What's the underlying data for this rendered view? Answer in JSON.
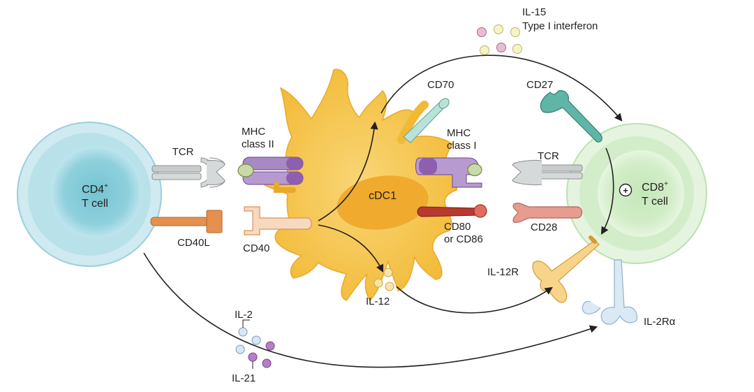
{
  "cells": {
    "cd4": {
      "line1": "CD4",
      "sup": "+",
      "line2": "T cell"
    },
    "cd8": {
      "line1": "CD8",
      "sup": "+",
      "line2": "T cell"
    },
    "dc": {
      "label": "cDC1"
    }
  },
  "labels": {
    "tcr_left": "TCR",
    "tcr_right": "TCR",
    "mhc2_line1": "MHC",
    "mhc2_line2": "class II",
    "mhc1_line1": "MHC",
    "mhc1_line2": "class I",
    "cd40l": "CD40L",
    "cd40": "CD40",
    "cd70": "CD70",
    "cd27": "CD27",
    "cd28": "CD28",
    "cd80_line1": "CD80",
    "cd80_line2": "or CD86",
    "il12r": "IL-12R",
    "il12": "IL-12",
    "il2ra": "IL-2Rα",
    "il2": "IL-2",
    "il21": "IL-21",
    "il15": "IL-15",
    "type1_ifn": "Type I interferon",
    "plus": "+"
  },
  "colors": {
    "cd4_cell": "#a9dbe6",
    "cd8_cell": "#d8f0d0",
    "dc": "#f6c24a",
    "dc_nucleus": "#f0a92a",
    "mhc": "#8d5fae",
    "tcr": "#c8cccc",
    "cd40l": "#e5904e",
    "cd70": "#b9e3d9",
    "cd27": "#5fb6a6",
    "cd28": "#e79c8f",
    "cd80": "#b8392f",
    "il12r": "#f8cf7a",
    "il2ra": "#d7e8f4"
  }
}
